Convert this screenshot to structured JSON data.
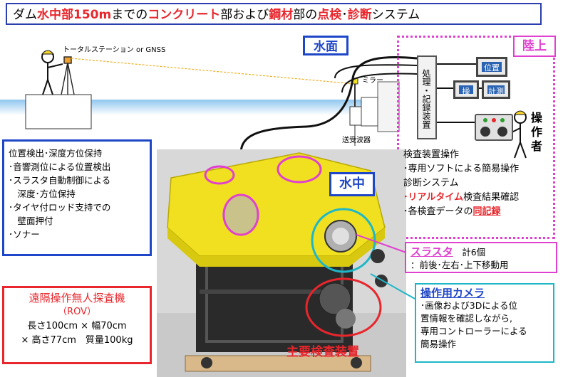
{
  "title": {
    "parts": [
      {
        "text": "ダム",
        "red": false
      },
      {
        "text": "水中部150m",
        "red": true
      },
      {
        "text": "までの",
        "red": false
      },
      {
        "text": "コンクリート",
        "red": true
      },
      {
        "text": "部および",
        "red": false
      },
      {
        "text": "鋼材",
        "red": true
      },
      {
        "text": "部の",
        "red": false
      },
      {
        "text": "点検",
        "red": true
      },
      {
        "text": "･",
        "red": false
      },
      {
        "text": "診断",
        "red": true
      },
      {
        "text": "システム",
        "red": false
      }
    ]
  },
  "labels": {
    "total_station": "トータルステーション or GNSS",
    "surface": "水面",
    "land": "陸上",
    "mirror": "ミラー",
    "transceiver": "送受波器",
    "processing": "処理・記録装置",
    "underwater": "水中",
    "operator": "操作者",
    "main_inspection": "主要検査装置"
  },
  "screens": {
    "position": "位置",
    "control": "操縦",
    "measure": "計測"
  },
  "left_box": {
    "lines": [
      "位置検出･深度方位保持",
      "･音響測位による位置検出",
      "･スラスタ自動制御による",
      "　深度･方位保持",
      "･タイヤ付ロッド支持での",
      "　壁面押付",
      "･ソナー"
    ]
  },
  "rov_box": {
    "name": "遠隔操作無人探査機",
    "abbr": "（ROV）",
    "size1": "長さ100cm × 幅70cm",
    "size2": "× 高さ77cm　質量100kg"
  },
  "land_text": {
    "heading": "検査装置操作",
    "line1": "･専用ソフトによる簡易操作",
    "line2": "診断システム",
    "line3_red": "･リアルタイム",
    "line3_rest": "検査結果確認",
    "line4_pre": "･各検査データの",
    "line4_red": "同記録"
  },
  "thruster": {
    "title": "スラスタ",
    "count": "計6個",
    "desc": "：前後･左右･上下移動用"
  },
  "camera": {
    "title": "操作用カメラ",
    "desc_lines": [
      "･画像および3Dによる位",
      "置情報を確認しながら,",
      "専用コントローラーによる",
      "簡易操作"
    ]
  },
  "colors": {
    "accent_red": "#e8262c",
    "accent_blue": "#1e46c8",
    "accent_magenta": "#e040d0",
    "accent_cyan": "#1eb7c8",
    "rov_yellow": "#f0e020"
  }
}
